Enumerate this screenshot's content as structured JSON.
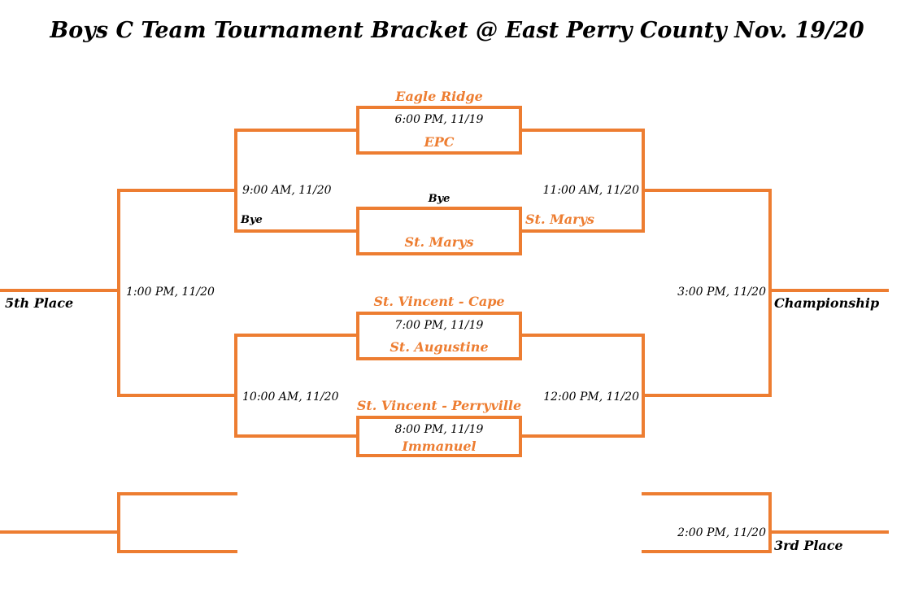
{
  "title": "Boys C Team Tournament Bracket @ East Perry County Nov. 19/20",
  "colors": {
    "bracket": "#ed7d31",
    "team_text": "#ed7d31",
    "text": "#000000"
  },
  "first_round": [
    {
      "top_team": "Eagle Ridge",
      "time": "6:00 PM, 11/19",
      "bottom_team": "EPC"
    },
    {
      "top_team": "Bye",
      "time": "",
      "bottom_team": "St. Marys"
    },
    {
      "top_team": "St. Vincent - Cape",
      "time": "7:00 PM, 11/19",
      "bottom_team": "St. Augustine"
    },
    {
      "top_team": "St. Vincent - Perryville",
      "time": "8:00 PM, 11/19",
      "bottom_team": "Immanuel"
    }
  ],
  "semis_winners": {
    "top_advanced": "St. Marys",
    "top_time": "11:00 AM, 11/20",
    "bottom_time": "12:00 PM, 11/20"
  },
  "consolation": {
    "top_time": "9:00 AM, 11/20",
    "top_bye": "Bye",
    "bottom_time": "10:00 AM, 11/20"
  },
  "fifth_place": {
    "time": "1:00 PM, 11/20",
    "label": "5th Place"
  },
  "championship": {
    "time": "3:00 PM, 11/20",
    "label": "Championship"
  },
  "third_place": {
    "time": "2:00 PM, 11/20",
    "label": "3rd Place"
  }
}
